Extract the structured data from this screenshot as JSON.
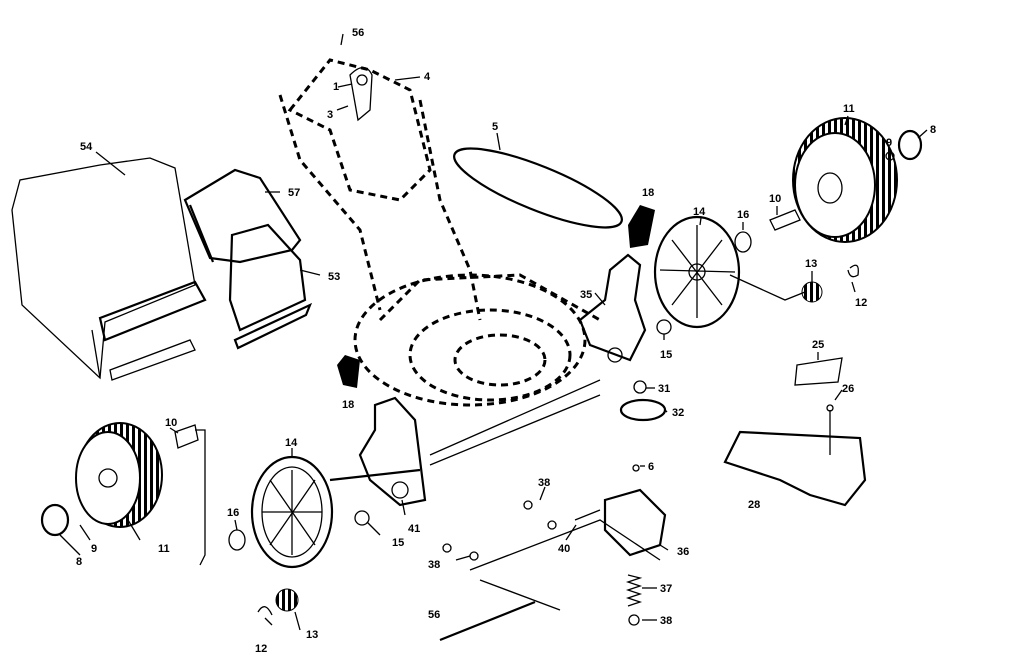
{
  "parts": {
    "p54": "54",
    "p57": "57",
    "p53": "53",
    "p56a": "56",
    "p1": "1",
    "p3": "3",
    "p4": "4",
    "p5": "5",
    "p18a": "18",
    "p18b": "18",
    "p11a": "11",
    "p9a": "9",
    "p8a": "8",
    "p14a": "14",
    "p16a": "16",
    "p10a": "10",
    "p13a": "13",
    "p12a": "12",
    "p35": "35",
    "p15a": "15",
    "p31": "31",
    "p32": "32",
    "p25": "25",
    "p26": "26",
    "p28": "28",
    "p10b": "10",
    "p11b": "11",
    "p9b": "9",
    "p8b": "8",
    "p14b": "14",
    "p16b": "16",
    "p41": "41",
    "p15b": "15",
    "p38a": "38",
    "p38b": "38",
    "p40": "40",
    "p6": "6",
    "p36": "36",
    "p37": "37",
    "p38c": "38",
    "p13b": "13",
    "p12b": "12",
    "p56b": "56"
  }
}
